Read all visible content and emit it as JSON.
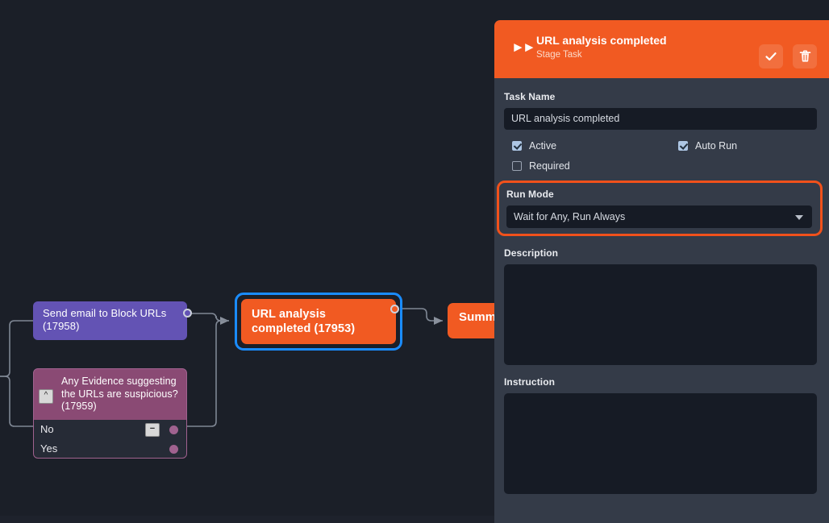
{
  "canvas": {
    "background_color": "#1b1f28",
    "nodes": [
      {
        "id": "17958",
        "name": "send-email-node",
        "label": "Send email to Block URLs (17958)",
        "line1": "Send email to Block URLs",
        "line2": "(17958)",
        "color": "#6353b4",
        "type": "action"
      },
      {
        "id": "17953",
        "name": "url-analysis-node",
        "label": "URL analysis completed (17953)",
        "line1": "URL analysis",
        "line2": "completed (17953)",
        "color": "#f15a22",
        "selected": true,
        "selection_color": "#1a8cff",
        "type": "stage-task"
      },
      {
        "id": "17959",
        "name": "decision-node",
        "label": "Any Evidence suggesting the URLs are suspicious? (17959)",
        "line1": "Any Evidence suggesting",
        "line2": "the URLs are suspicious?",
        "line3": "(17959)",
        "color": "#8a4a74",
        "type": "decision",
        "collapse_icon": "caret-up-icon",
        "branches": [
          {
            "label": "No",
            "icon": "minus-icon"
          },
          {
            "label": "Yes",
            "icon": ""
          }
        ]
      },
      {
        "id": "summary",
        "name": "summary-node",
        "label": "Summ",
        "color": "#f15a22",
        "type": "stage-task",
        "clipped": true
      }
    ],
    "edge_color": "#7f8794"
  },
  "panel": {
    "header": {
      "icon": "fast-forward-icon",
      "title": "URL analysis completed",
      "subtitle": "Stage Task",
      "accent_color": "#f15a22",
      "confirm_icon": "check-icon",
      "delete_icon": "trash-icon"
    },
    "task_name": {
      "label": "Task Name",
      "value": "URL analysis completed",
      "placeholder": ""
    },
    "checkboxes": [
      {
        "name": "active",
        "label": "Active",
        "checked": true
      },
      {
        "name": "auto-run",
        "label": "Auto Run",
        "checked": true
      },
      {
        "name": "required",
        "label": "Required",
        "checked": false
      }
    ],
    "run_mode": {
      "label": "Run Mode",
      "value": "Wait for Any, Run Always",
      "highlighted": true,
      "highlight_color": "#f1511b",
      "caret_icon": "chevron-down-icon"
    },
    "description": {
      "label": "Description",
      "value": "",
      "placeholder": ""
    },
    "instruction": {
      "label": "Instruction",
      "value": "",
      "placeholder": ""
    }
  }
}
